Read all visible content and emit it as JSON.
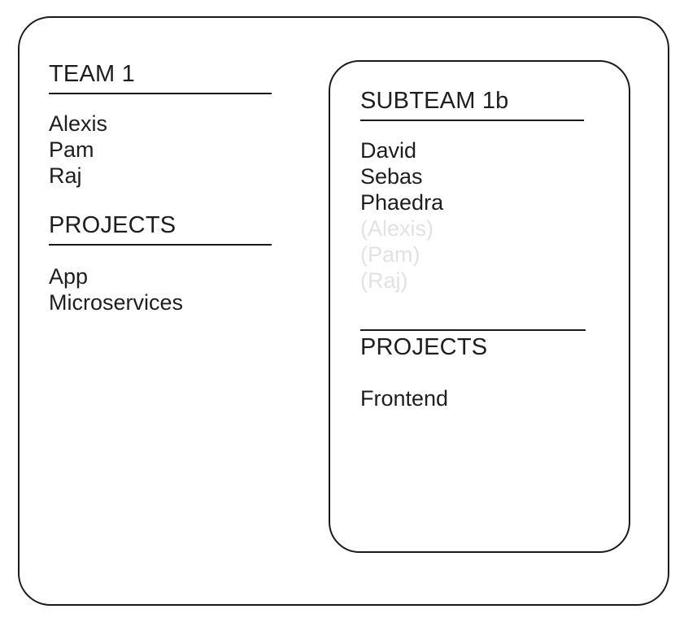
{
  "diagram": {
    "title": "Team and subteam membership diagram",
    "colors": {
      "stroke": "#1a1a1a",
      "text": "#1e1e1e",
      "inherited_text": "#e2e2e2",
      "background": "#ffffff"
    }
  },
  "team": {
    "title": "TEAM 1",
    "members": [
      {
        "name": "Alexis",
        "inherited": false
      },
      {
        "name": "Pam",
        "inherited": false
      },
      {
        "name": "Raj",
        "inherited": false
      }
    ],
    "projects_title": "PROJECTS",
    "projects": [
      {
        "name": "App"
      },
      {
        "name": "Microservices"
      }
    ]
  },
  "subteam": {
    "title": "SUBTEAM 1b",
    "members": [
      {
        "name": "David",
        "inherited": false
      },
      {
        "name": "Sebas",
        "inherited": false
      },
      {
        "name": "Phaedra",
        "inherited": false
      },
      {
        "name": "(Alexis)",
        "inherited": true
      },
      {
        "name": "(Pam)",
        "inherited": true
      },
      {
        "name": "(Raj)",
        "inherited": true
      }
    ],
    "projects_title": "PROJECTS",
    "projects": [
      {
        "name": "Frontend"
      }
    ]
  }
}
